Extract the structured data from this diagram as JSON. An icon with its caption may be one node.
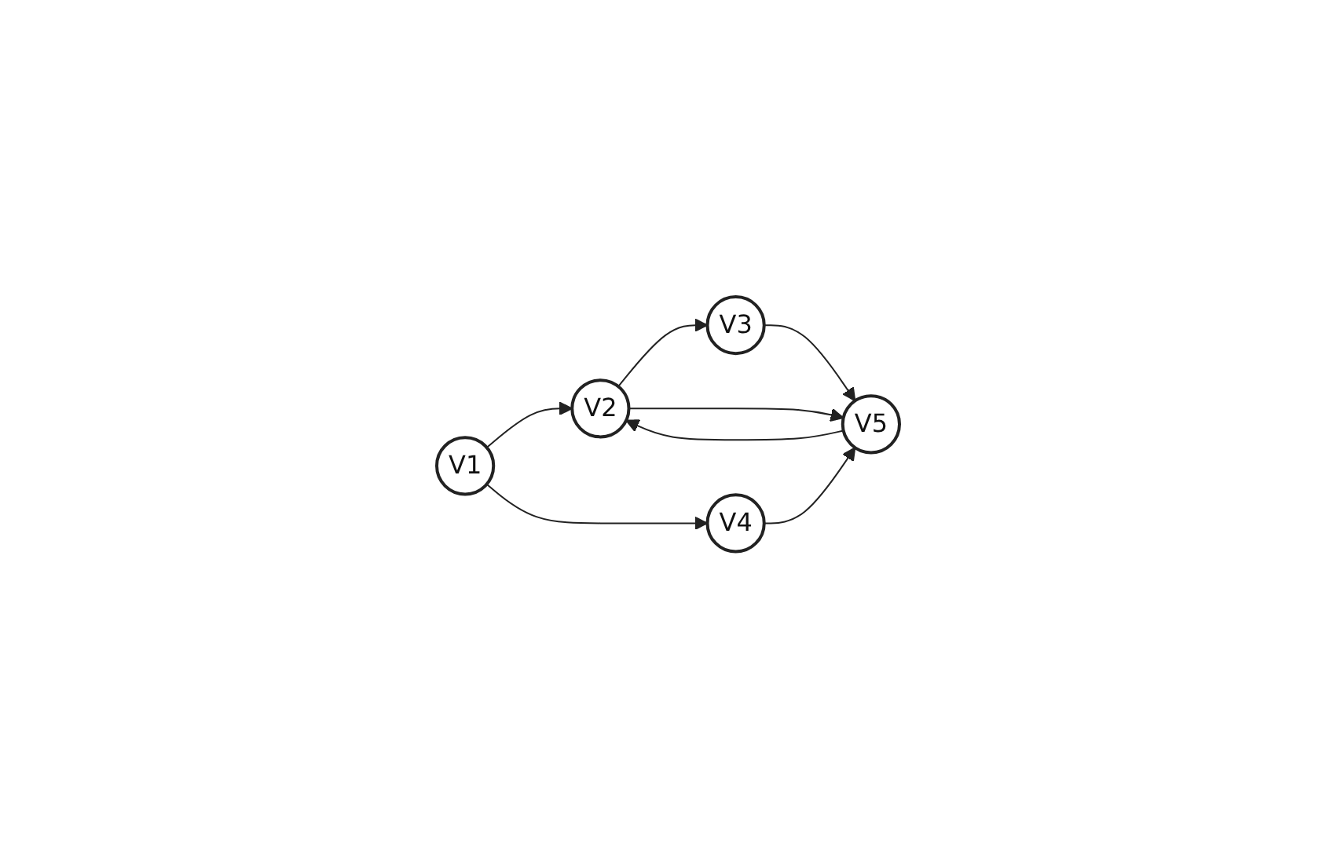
{
  "diagram": {
    "nodes": [
      {
        "text": [
          "V1"
        ]
      },
      {
        "text": [
          "V2"
        ]
      },
      {
        "text": [
          "V3"
        ]
      },
      {
        "text": [
          "V4"
        ]
      },
      {
        "text": [
          "V5"
        ]
      }
    ],
    "edges": [
      {
        "from": 0,
        "to": 1,
        "arrow": "to"
      },
      {
        "from": 0,
        "to": 3,
        "arrow": "to"
      },
      {
        "from": 1,
        "to": 2,
        "arrow": "to"
      },
      {
        "from": 1,
        "to": 4,
        "arrow": "to"
      },
      {
        "from": 4,
        "to": 1,
        "arrow": "to"
      },
      {
        "from": 2,
        "to": 4,
        "arrow": "to"
      },
      {
        "from": 3,
        "to": 4,
        "arrow": "to"
      }
    ]
  }
}
